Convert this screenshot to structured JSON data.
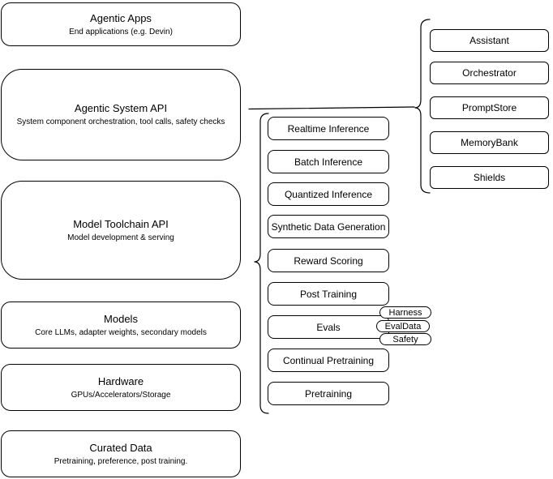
{
  "diagram": {
    "background_color": "#ffffff",
    "stroke_color": "#000000",
    "left_stack": [
      {
        "title": "Agentic Apps",
        "subtitle": "End applications (e.g. Devin)"
      },
      {
        "title": "Agentic System API",
        "subtitle": "System component orchestration, tool calls, safety checks"
      },
      {
        "title": "Model Toolchain API",
        "subtitle": "Model development & serving"
      },
      {
        "title": "Models",
        "subtitle": "Core LLMs, adapter weights, secondary models"
      },
      {
        "title": "Hardware",
        "subtitle": "GPUs/Accelerators/Storage"
      },
      {
        "title": "Curated Data",
        "subtitle": "Pretraining, preference, post training."
      }
    ],
    "toolchain_items": [
      "Realtime Inference",
      "Batch Inference",
      "Quantized Inference",
      "Synthetic Data Generation",
      "Reward Scoring",
      "Post Training",
      "Evals",
      "Continual Pretraining",
      "Pretraining"
    ],
    "evals_tags": [
      "Harness",
      "EvalData",
      "Safety"
    ],
    "system_components": [
      "Assistant",
      "Orchestrator",
      "PromptStore",
      "MemoryBank",
      "Shields"
    ]
  }
}
